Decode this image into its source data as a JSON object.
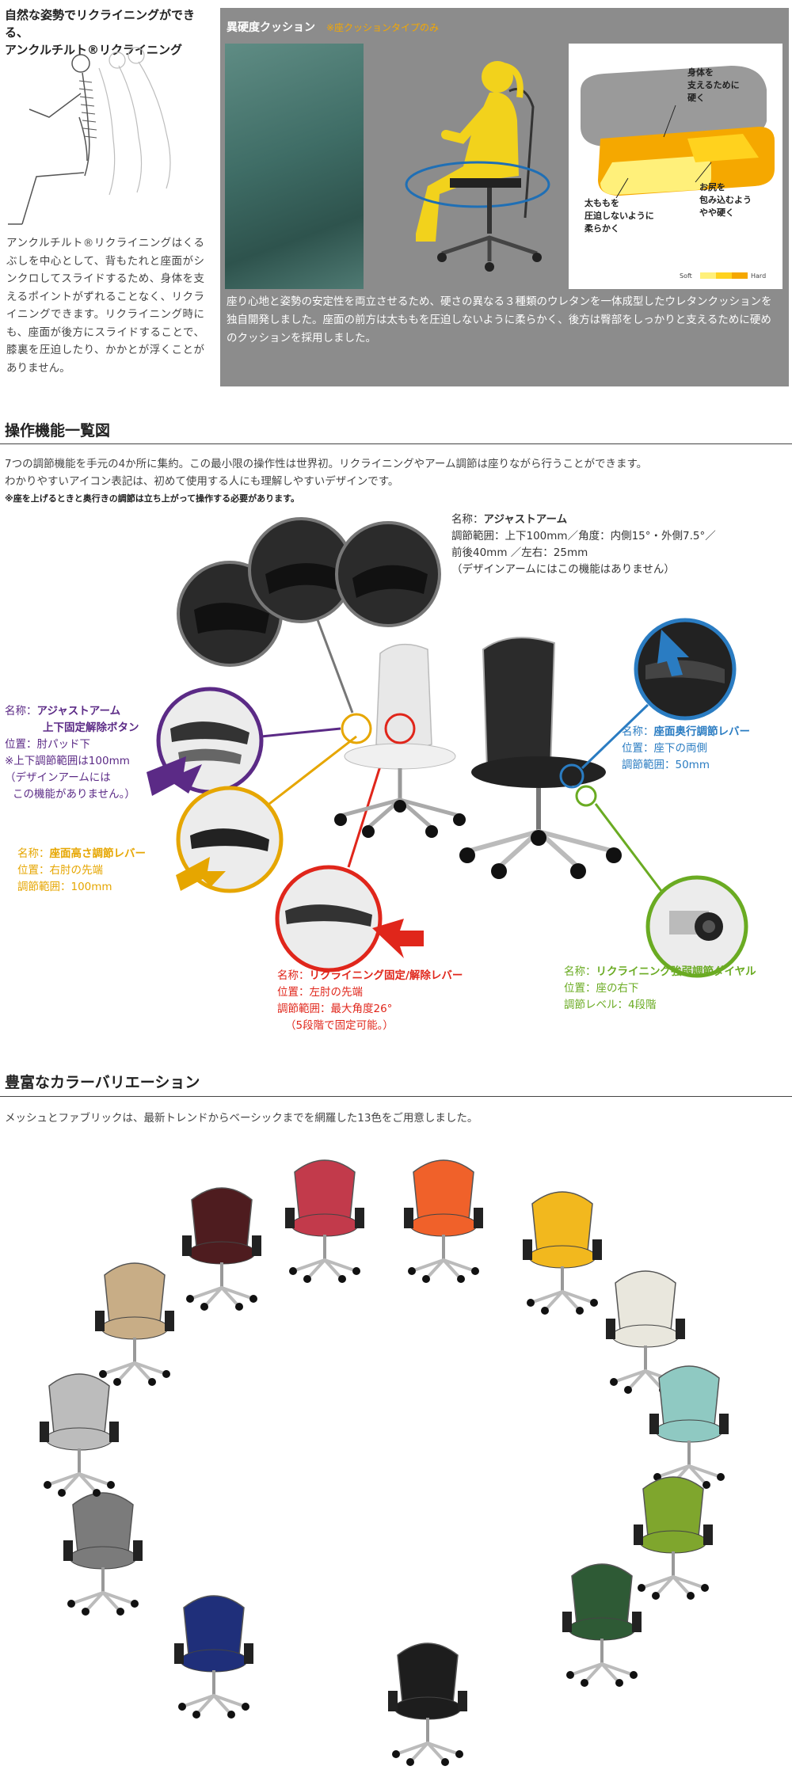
{
  "section1": {
    "left_title_line1": "自然な姿勢でリクライニングができる、",
    "left_title_line2": "アンクルチルト®リクライニング",
    "left_text": "アンクルチルト®リクライニングはくるぶしを中心として、背もたれと座面がシンクロしてスライドするため、身体を支えるポイントがずれることなく、リクライニングできます。リクライニング時にも、座面が後方にスライドすることで、膝裏を圧迫したり、かかとが浮くことがありません。",
    "cushion_title": "異硬度クッション",
    "cushion_note": "※座クッションタイプのみ",
    "diagram_labels": {
      "hard_top_1": "身体を",
      "hard_top_2": "支えるために",
      "hard_top_3": "硬く",
      "mid_1": "お尻を",
      "mid_2": "包み込むよう",
      "mid_3": "やや硬く",
      "soft_1": "太ももを",
      "soft_2": "圧迫しないように",
      "soft_3": "柔らかく",
      "scale_soft": "Soft",
      "scale_hard": "Hard"
    },
    "cushion_text": "座り心地と姿勢の安定性を両立させるため、硬さの異なる３種類のウレタンを一体成型したウレタンクッションを独自開発しました。座面の前方は太ももを圧迫しないように柔らかく、後方は臀部をしっかりと支えるために硬めのクッションを採用しました。"
  },
  "section2": {
    "title": "操作機能一覧図",
    "p1": "7つの調節機能を手元の4か所に集約。この最小限の操作性は世界初。リクライニングやアーム調節は座りながら行うことができます。",
    "p2": "わかりやすいアイコン表記は、初めて使用する人にも理解しやすいデザインです。",
    "note": "※座を上げるときと奥行きの調節は立ち上がって操作する必要があります。",
    "adjust_arm": {
      "name_label": "名称：",
      "name": "アジャストアーム",
      "line2": "調節範囲：上下100mm／角度：内側15°・外側7.5°／",
      "line3": "前後40mm ／左右：25mm",
      "line4": "（デザインアームにはこの機能はありません）"
    },
    "arm_lock": {
      "name_label": "名称：",
      "name": "アジャストアーム",
      "name2": "上下固定解除ボタン",
      "position": "位置：肘パッド下",
      "range": "※上下調節範囲は100mm",
      "note1": "（デザインアームには",
      "note2": "この機能がありません。）"
    },
    "seat_height": {
      "name_label": "名称：",
      "name": "座面高さ調節レバー",
      "position": "位置：右肘の先端",
      "range": "調節範囲：100mm"
    },
    "seat_depth": {
      "name_label": "名称：",
      "name": "座面奥行調節レバー",
      "position": "位置：座下の両側",
      "range": "調節範囲：50mm"
    },
    "recline_lever": {
      "name_label": "名称：",
      "name": "リクライニング固定/解除レバー",
      "position": "位置：左肘の先端",
      "range": "調節範囲：最大角度26°",
      "note": "（5段階で固定可能。）"
    },
    "tension_dial": {
      "name_label": "名称：",
      "name": "リクライニング強弱調節ダイヤル",
      "position": "位置：座の右下",
      "level": "調節レベル：4段階"
    }
  },
  "section3": {
    "title": "豊富なカラーバリエーション",
    "text": "メッシュとファブリックは、最新トレンドからベーシックまでを網羅した13色をご用意しました。",
    "chair_colors": [
      "#c23a4b",
      "#f0612a",
      "#f2b81e",
      "#e9e7dd",
      "#8fc9c2",
      "#7fa62d",
      "#2e5a35",
      "#1d1d1d",
      "#1f2f7a",
      "#7b7b7b",
      "#bcbcbc",
      "#c8ad86",
      "#4e1c1f"
    ]
  },
  "colors": {
    "purple": "#5b2a86",
    "yellow": "#e6a600",
    "red": "#e0261b",
    "blue": "#2a7cc2",
    "green": "#6aab22",
    "gray": "#666666"
  }
}
